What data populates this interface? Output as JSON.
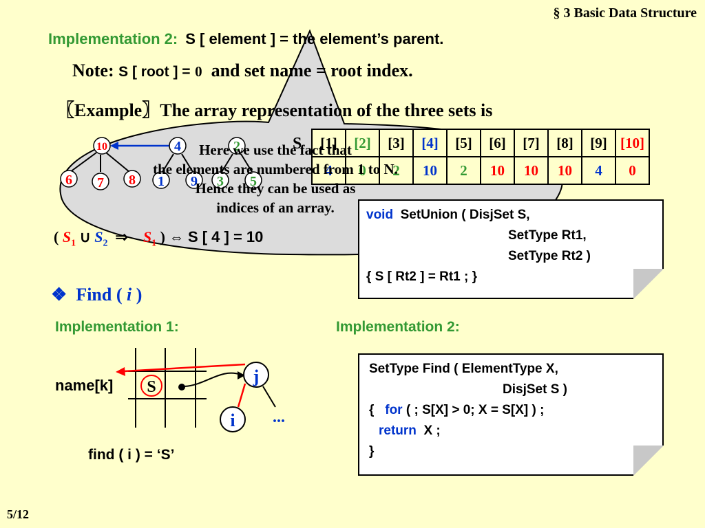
{
  "header": "§ 3  Basic Data Structure",
  "impl2": {
    "label": "Implementation 2:",
    "text": "S [ element ] = the element’s parent."
  },
  "note": {
    "prefix": "Note:",
    "code": "S [ root ] =",
    "zero": "0",
    "rest": "and  set name = root index."
  },
  "example": {
    "label": "〖Example〗",
    "text": "The array representation of the three sets is"
  },
  "trees": {
    "t1": {
      "root": "10",
      "children": [
        "6",
        "7",
        "8"
      ]
    },
    "t2": {
      "root": "4",
      "children": [
        "1",
        "9"
      ]
    },
    "t3": {
      "root": "2",
      "children": [
        "3",
        "5"
      ]
    }
  },
  "callout": {
    "lines": [
      "Here we use the fact that",
      "the elements are numbered from 1 to N.",
      "Hence they can be used as",
      "indices of an array."
    ],
    "partial": "S"
  },
  "array": {
    "headers": [
      "[1]",
      "[2]",
      "[3]",
      "[4]",
      "[5]",
      "[6]",
      "[7]",
      "[8]",
      "[9]",
      "[10]"
    ],
    "values": [
      "4",
      "0",
      "2",
      "10",
      "2",
      "10",
      "10",
      "10",
      "4",
      "0"
    ],
    "header_colors": [
      "#000000",
      "#339933",
      "#000000",
      "#0033cc",
      "#000000",
      "#000000",
      "#000000",
      "#000000",
      "#000000",
      "#ff0000"
    ],
    "value_colors": [
      "#0033cc",
      "#339933",
      "#339933",
      "#0033cc",
      "#339933",
      "#ff0000",
      "#ff0000",
      "#ff0000",
      "#0033cc",
      "#ff0000"
    ]
  },
  "union_eq": {
    "open": "(",
    "s1": "S",
    "sub1": "1",
    "cup": "∪",
    "s2": "S",
    "sub2": "2",
    "arrow": "⇒",
    "s1b": "S",
    "sub1b": "1",
    "close": ")",
    "iff": "⇔",
    "code": "S [ 4 ] = 10"
  },
  "union_code": {
    "kw_void": "void",
    "l1": "SetUnion ( DisjSet S,",
    "l2": "SetType Rt1,",
    "l3": "SetType Rt2 )",
    "l4": "{    S [ Rt2 ] = Rt1 ;     }"
  },
  "find": {
    "bullet": "❖",
    "title": "Find (",
    "var": "i",
    "close": ")",
    "impl1": "Implementation 1:",
    "impl2": "Implementation 2:",
    "namek": "name[k]",
    "cell_s": "S",
    "node_j": "j",
    "node_i": "i",
    "dots": "...",
    "result": "find ( i ) =  ‘S’"
  },
  "find_code": {
    "l1": "SetType  Find ( ElementType X,",
    "l2": "DisjSet S )",
    "l3_open": "{",
    "kw_for": "for",
    "l3_rest": "( ; S[X] > 0; X = S[X] )    ;",
    "kw_return": "return",
    "l4_rest": "X ;",
    "l5": "}"
  },
  "page": "5/12",
  "colors": {
    "background": "#ffffcc",
    "green": "#339933",
    "blue": "#0033cc",
    "red": "#ff0000"
  }
}
